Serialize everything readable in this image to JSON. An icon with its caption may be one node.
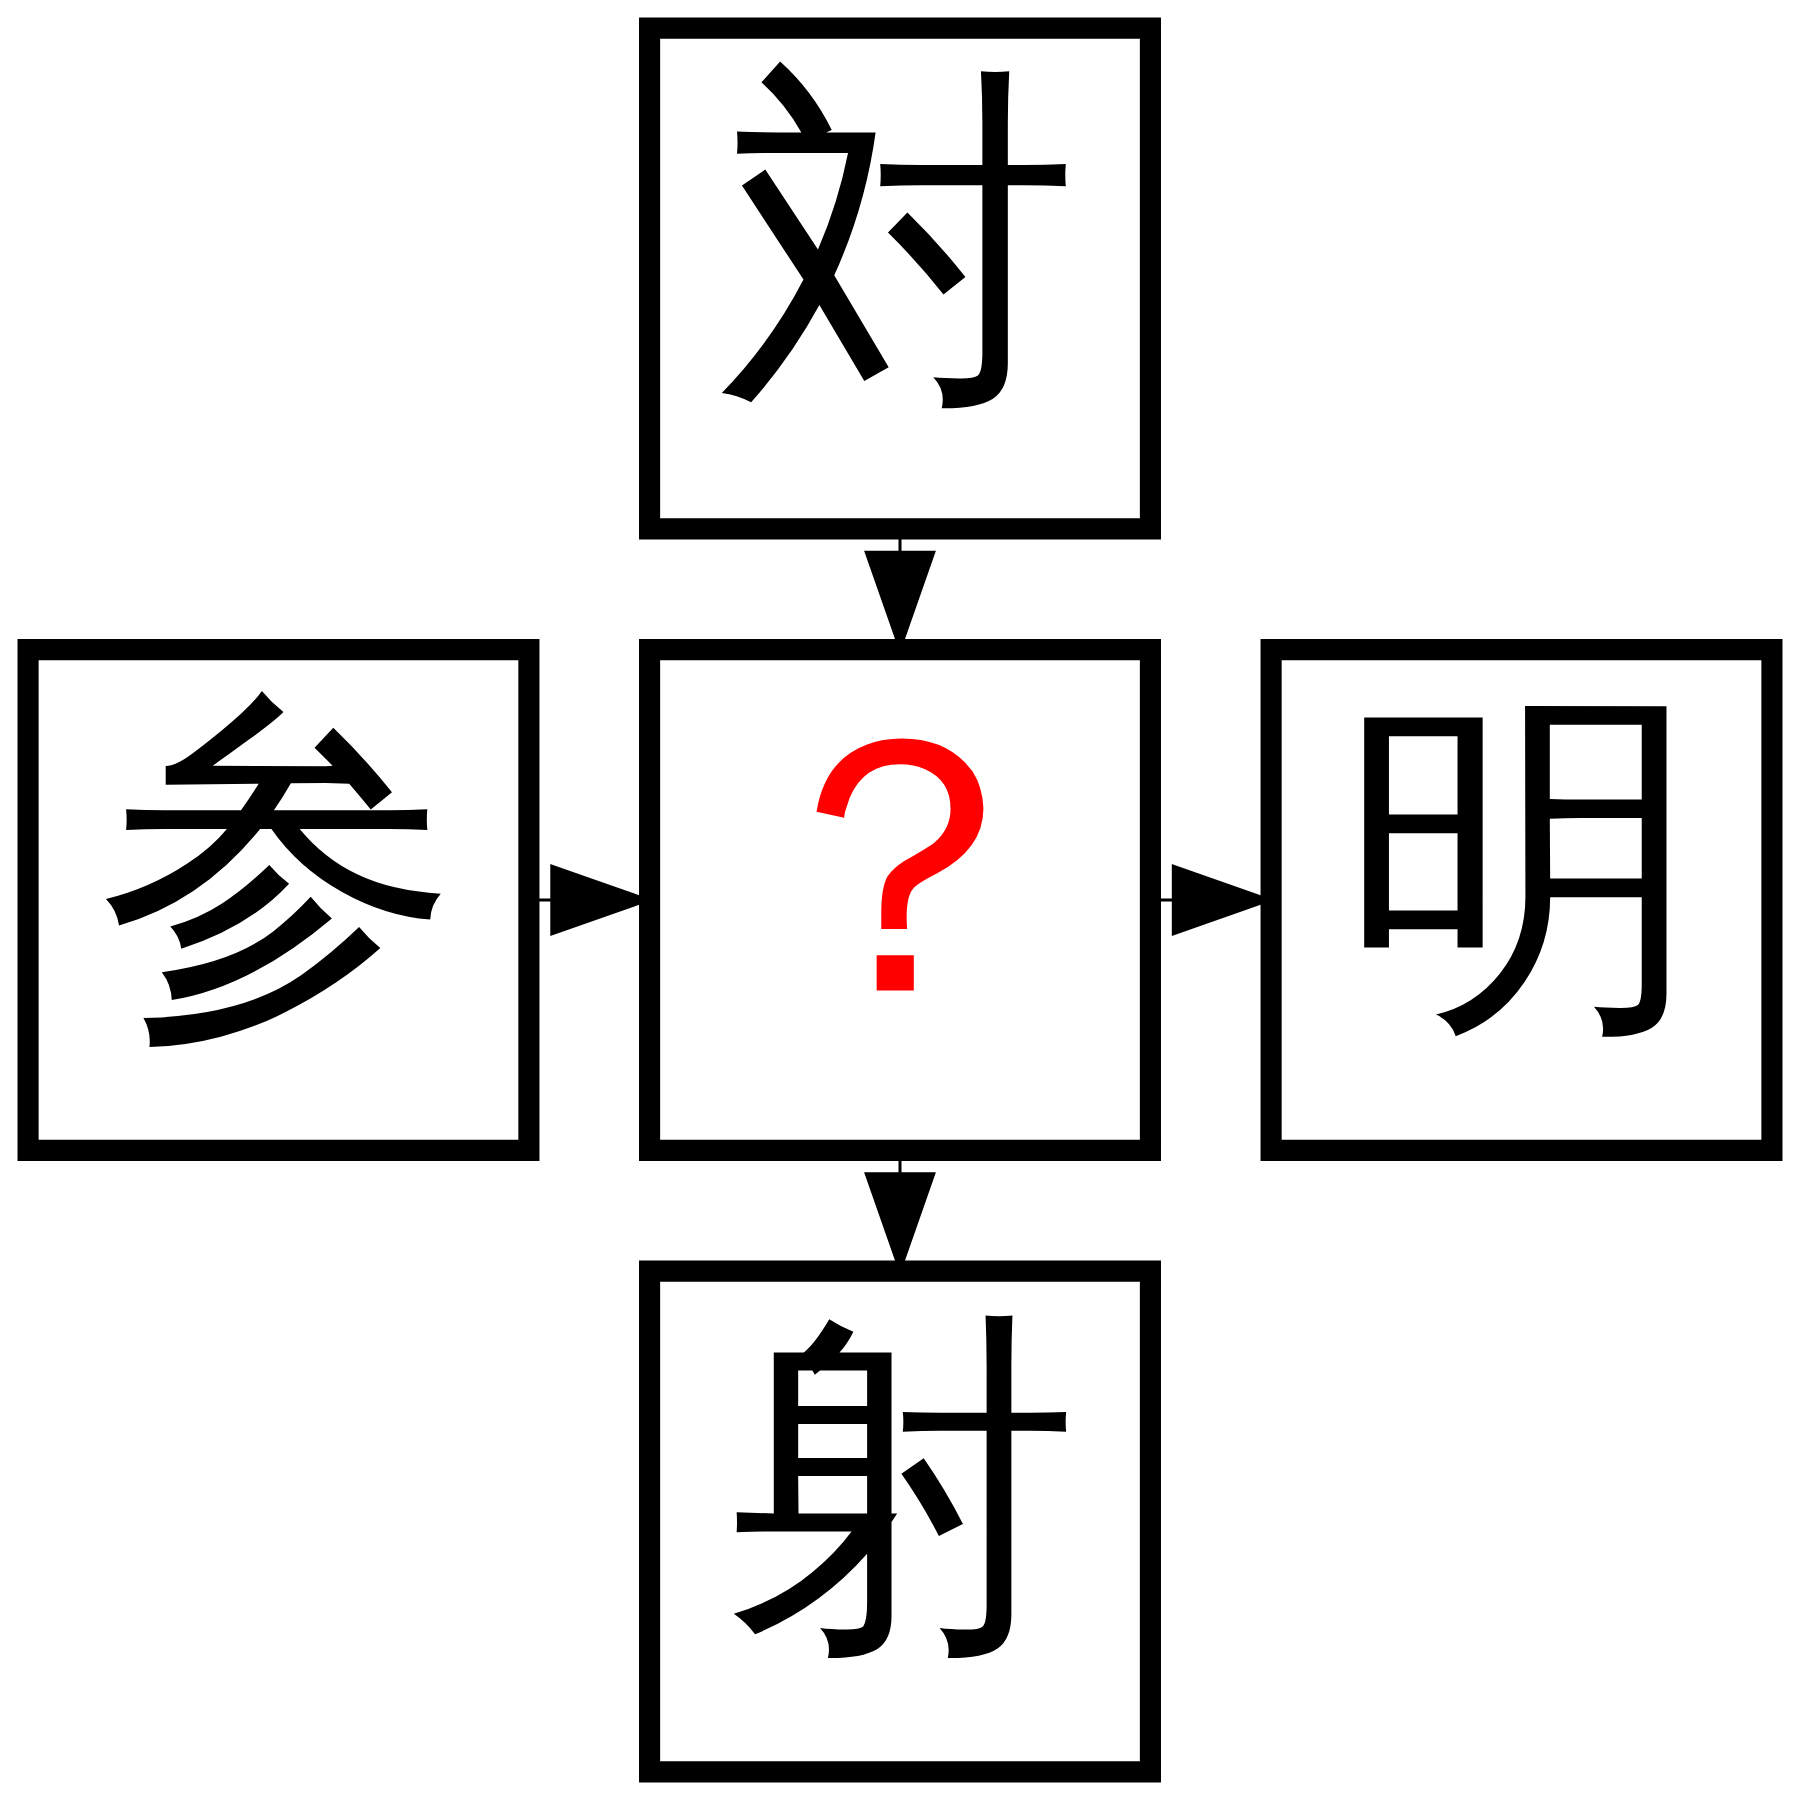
{
  "diagram": {
    "nodes": [
      {
        "text": [
          "対"
        ]
      },
      {
        "text": [
          "参"
        ]
      },
      {
        "text": [
          "？"
        ]
      },
      {
        "text": [
          "明"
        ]
      },
      {
        "text": [
          "射"
        ]
      }
    ],
    "edges": [
      {
        "from": 0,
        "to": 2,
        "arrow": "to"
      },
      {
        "from": 1,
        "to": 2,
        "arrow": "to"
      },
      {
        "from": 2,
        "to": 3,
        "arrow": "to"
      },
      {
        "from": 2,
        "to": 4,
        "arrow": "to"
      }
    ]
  }
}
